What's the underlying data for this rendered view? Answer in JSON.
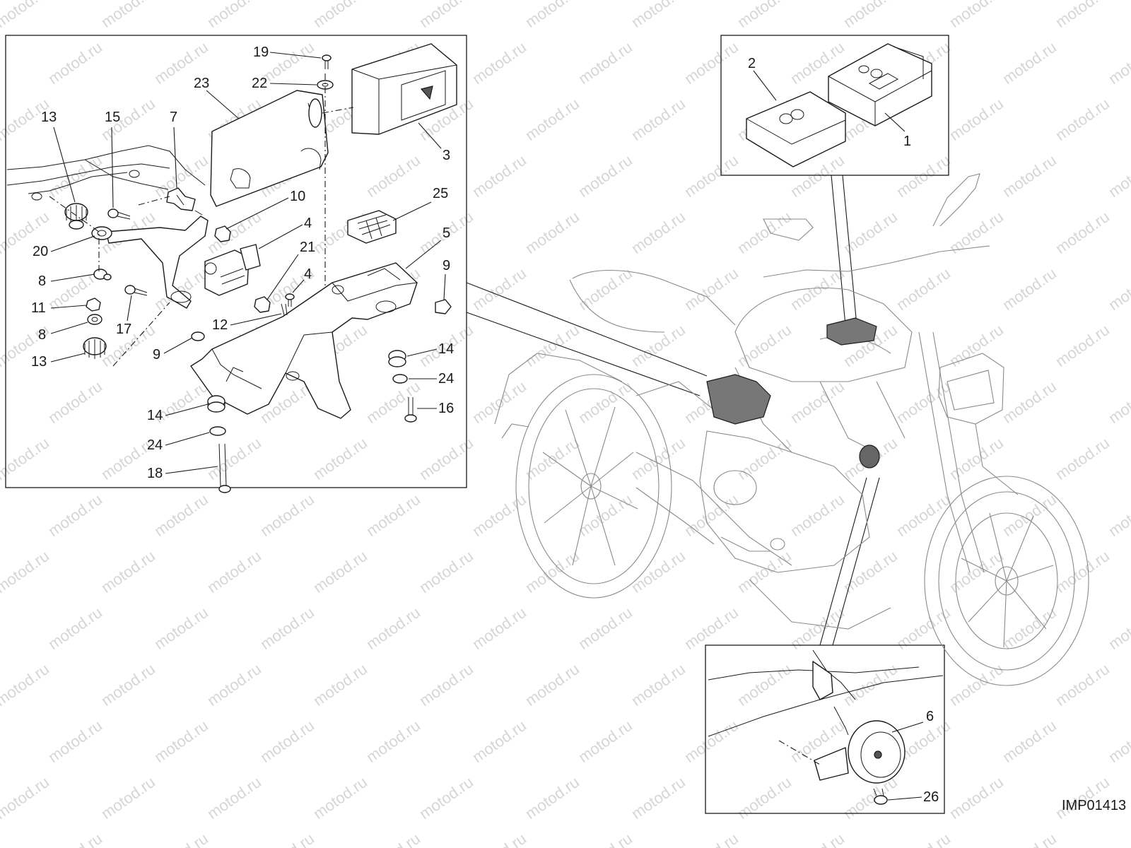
{
  "drawing_code": "IMP01413",
  "watermark_text": "motod.ru",
  "callouts": {
    "c1": "1",
    "c2": "2",
    "c3": "3",
    "c4a": "4",
    "c4b": "4",
    "c5": "5",
    "c6": "6",
    "c7": "7",
    "c8a": "8",
    "c8b": "8",
    "c9a": "9",
    "c9b": "9",
    "c10": "10",
    "c11": "11",
    "c12": "12",
    "c13a": "13",
    "c13b": "13",
    "c14a": "14",
    "c14b": "14",
    "c15": "15",
    "c16": "16",
    "c17": "17",
    "c18": "18",
    "c19": "19",
    "c20": "20",
    "c21": "21",
    "c22": "22",
    "c23": "23",
    "c24a": "24",
    "c24b": "24",
    "c25": "25",
    "c26": "26"
  },
  "colors": {
    "line": "#1a1a1a",
    "watermark": "#c9c9c9",
    "shaded": "#555555"
  }
}
